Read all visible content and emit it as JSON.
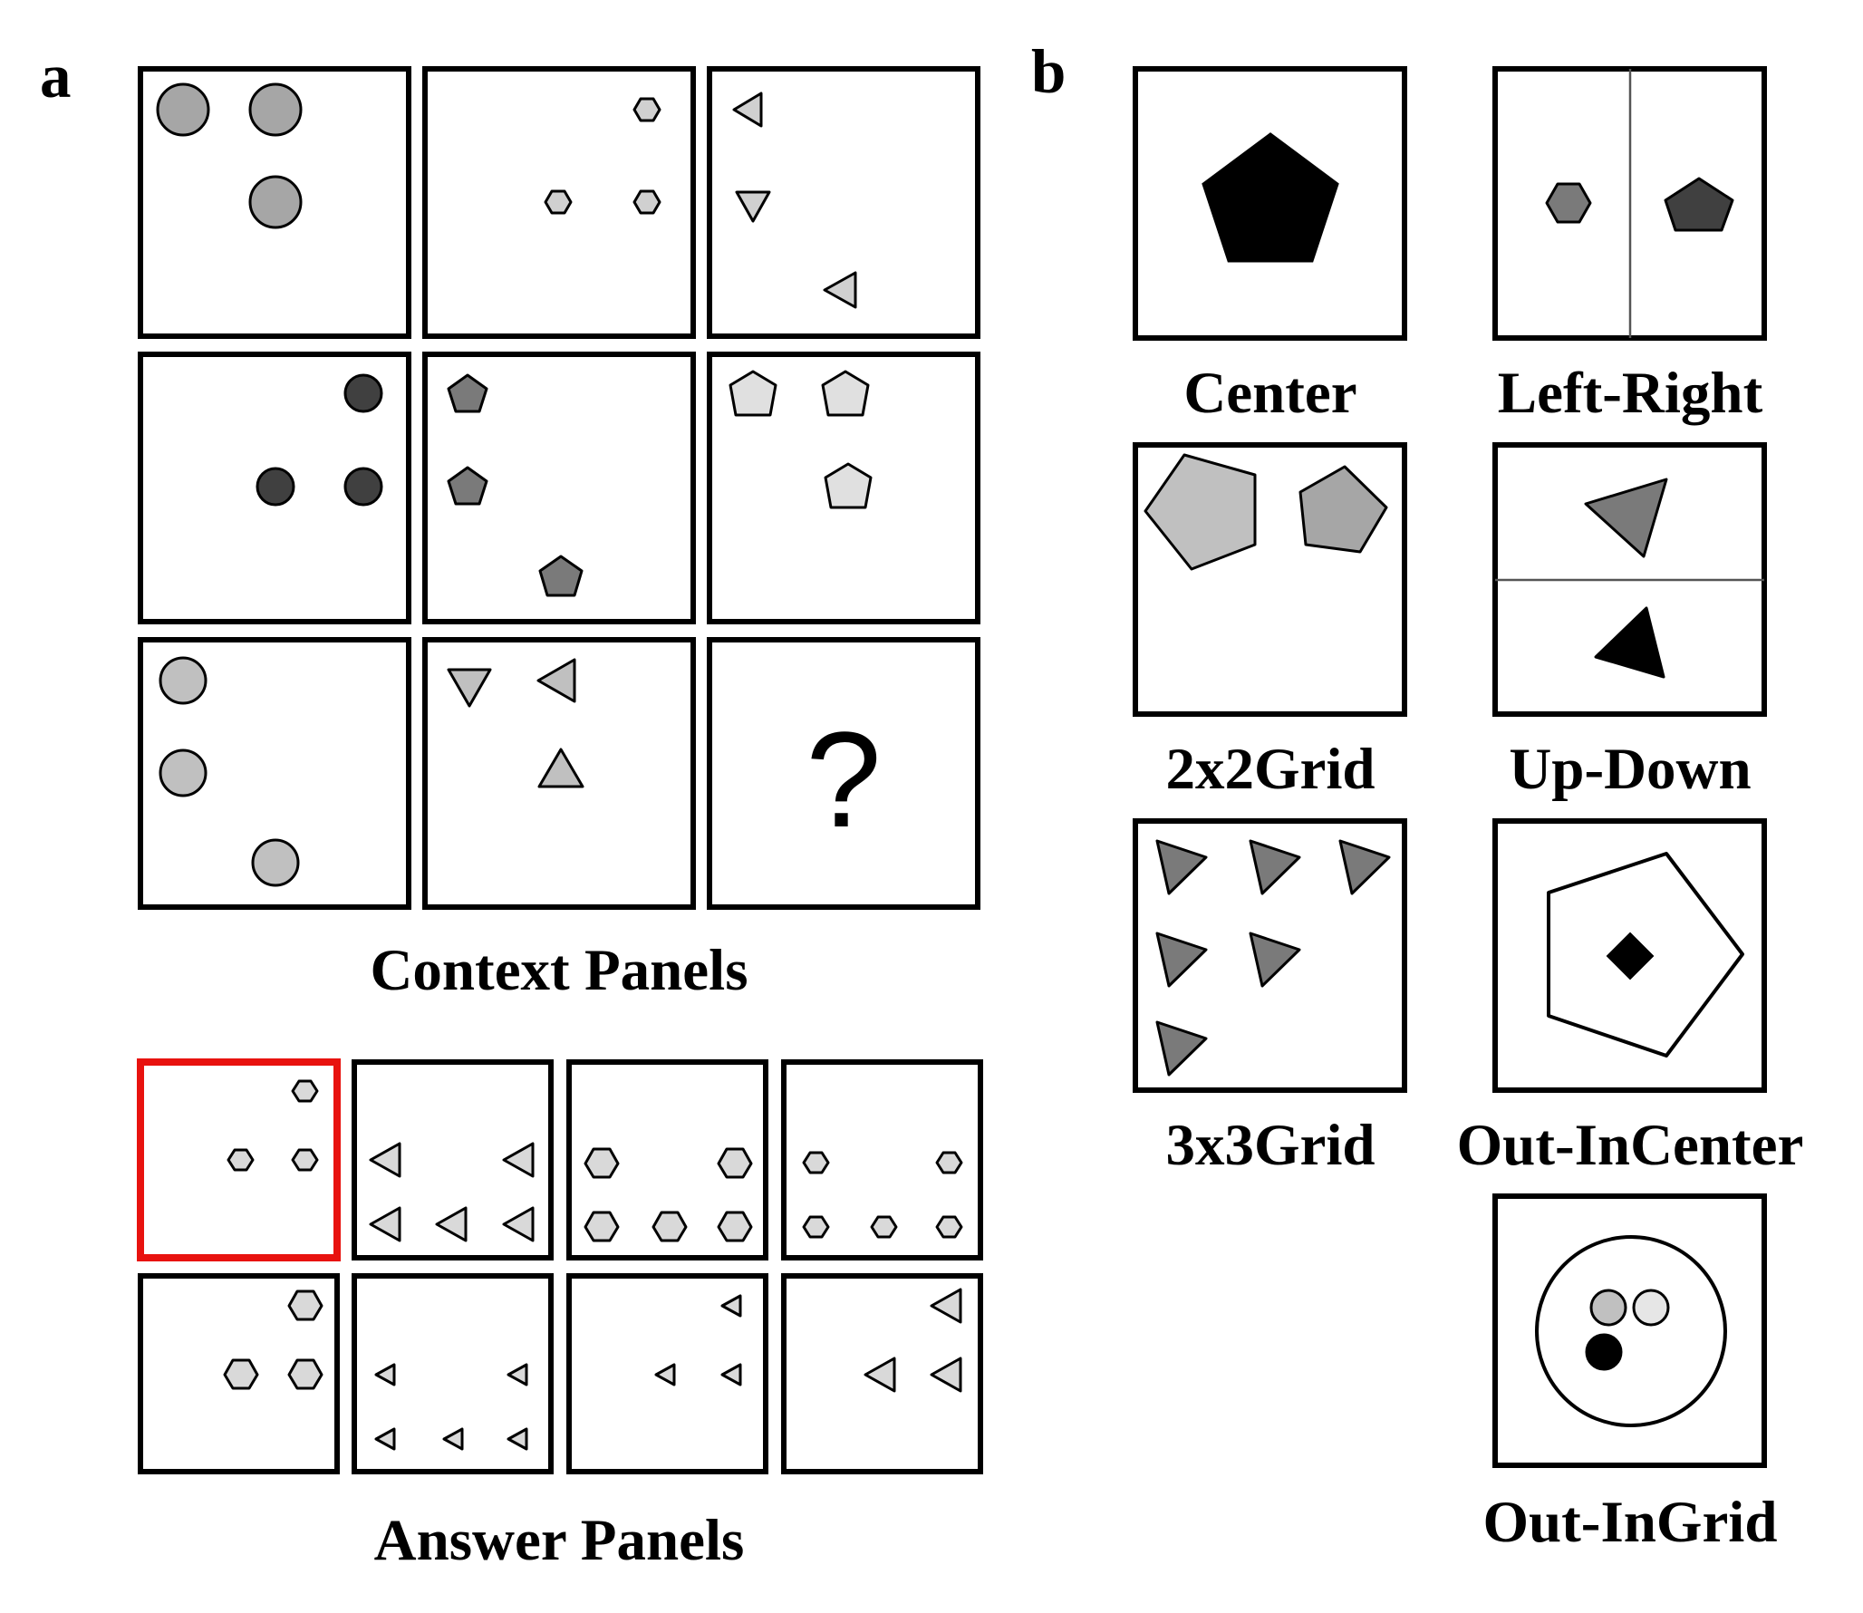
{
  "panel_a": {
    "label": "a",
    "context_caption": "Context Panels",
    "answer_caption": "Answer Panels",
    "missing_symbol": "?",
    "selected_answer": 1
  },
  "panel_b": {
    "label": "b",
    "configurations": [
      "Center",
      "Left-Right",
      "2x2Grid",
      "Up-Down",
      "3x3Grid",
      "Out-InCenter",
      "Out-InGrid"
    ]
  },
  "colors": {
    "selected_border": "#e8120f",
    "light_gray": "#d9d9d9",
    "mid_gray": "#a6a6a6",
    "dark_gray": "#7a7a7a",
    "very_dark": "#404040",
    "black": "#000000"
  }
}
